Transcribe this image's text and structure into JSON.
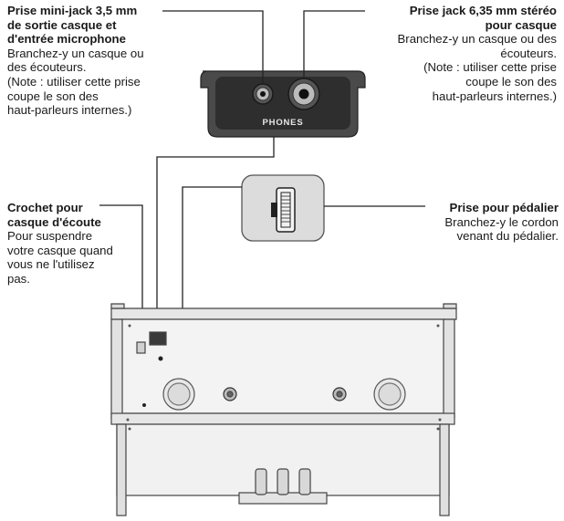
{
  "labels": {
    "mini_jack": {
      "title": [
        "Prise mini-jack 3,5 mm",
        "de sortie casque et",
        "d'entrée microphone"
      ],
      "desc": [
        "Branchez-y un casque ou",
        "des écouteurs.",
        "(Note : utiliser cette prise",
        "coupe le son des",
        "haut-parleurs internes.)"
      ]
    },
    "jack_635": {
      "title": [
        "Prise jack 6,35 mm stéréo",
        "pour casque"
      ],
      "desc": [
        "Branchez-y un casque ou des",
        "écouteurs.",
        "(Note : utiliser cette prise",
        "coupe le son des",
        "haut-parleurs internes.)"
      ]
    },
    "hook": {
      "title": [
        "Crochet pour",
        "casque d'écoute"
      ],
      "desc": [
        "Pour suspendre",
        "votre casque quand",
        "vous ne l'utilisez",
        "pas."
      ]
    },
    "pedal": {
      "title": [
        "Prise pour pédalier"
      ],
      "desc": [
        "Branchez-y le cordon",
        "venant du pédalier."
      ]
    }
  },
  "panel": {
    "phones_label": "PHONES"
  },
  "colors": {
    "panel_dark": "#3a3a3a",
    "line": "#222222",
    "piano_fill": "#eeeeee",
    "connector_box": "#d8d8d8"
  }
}
